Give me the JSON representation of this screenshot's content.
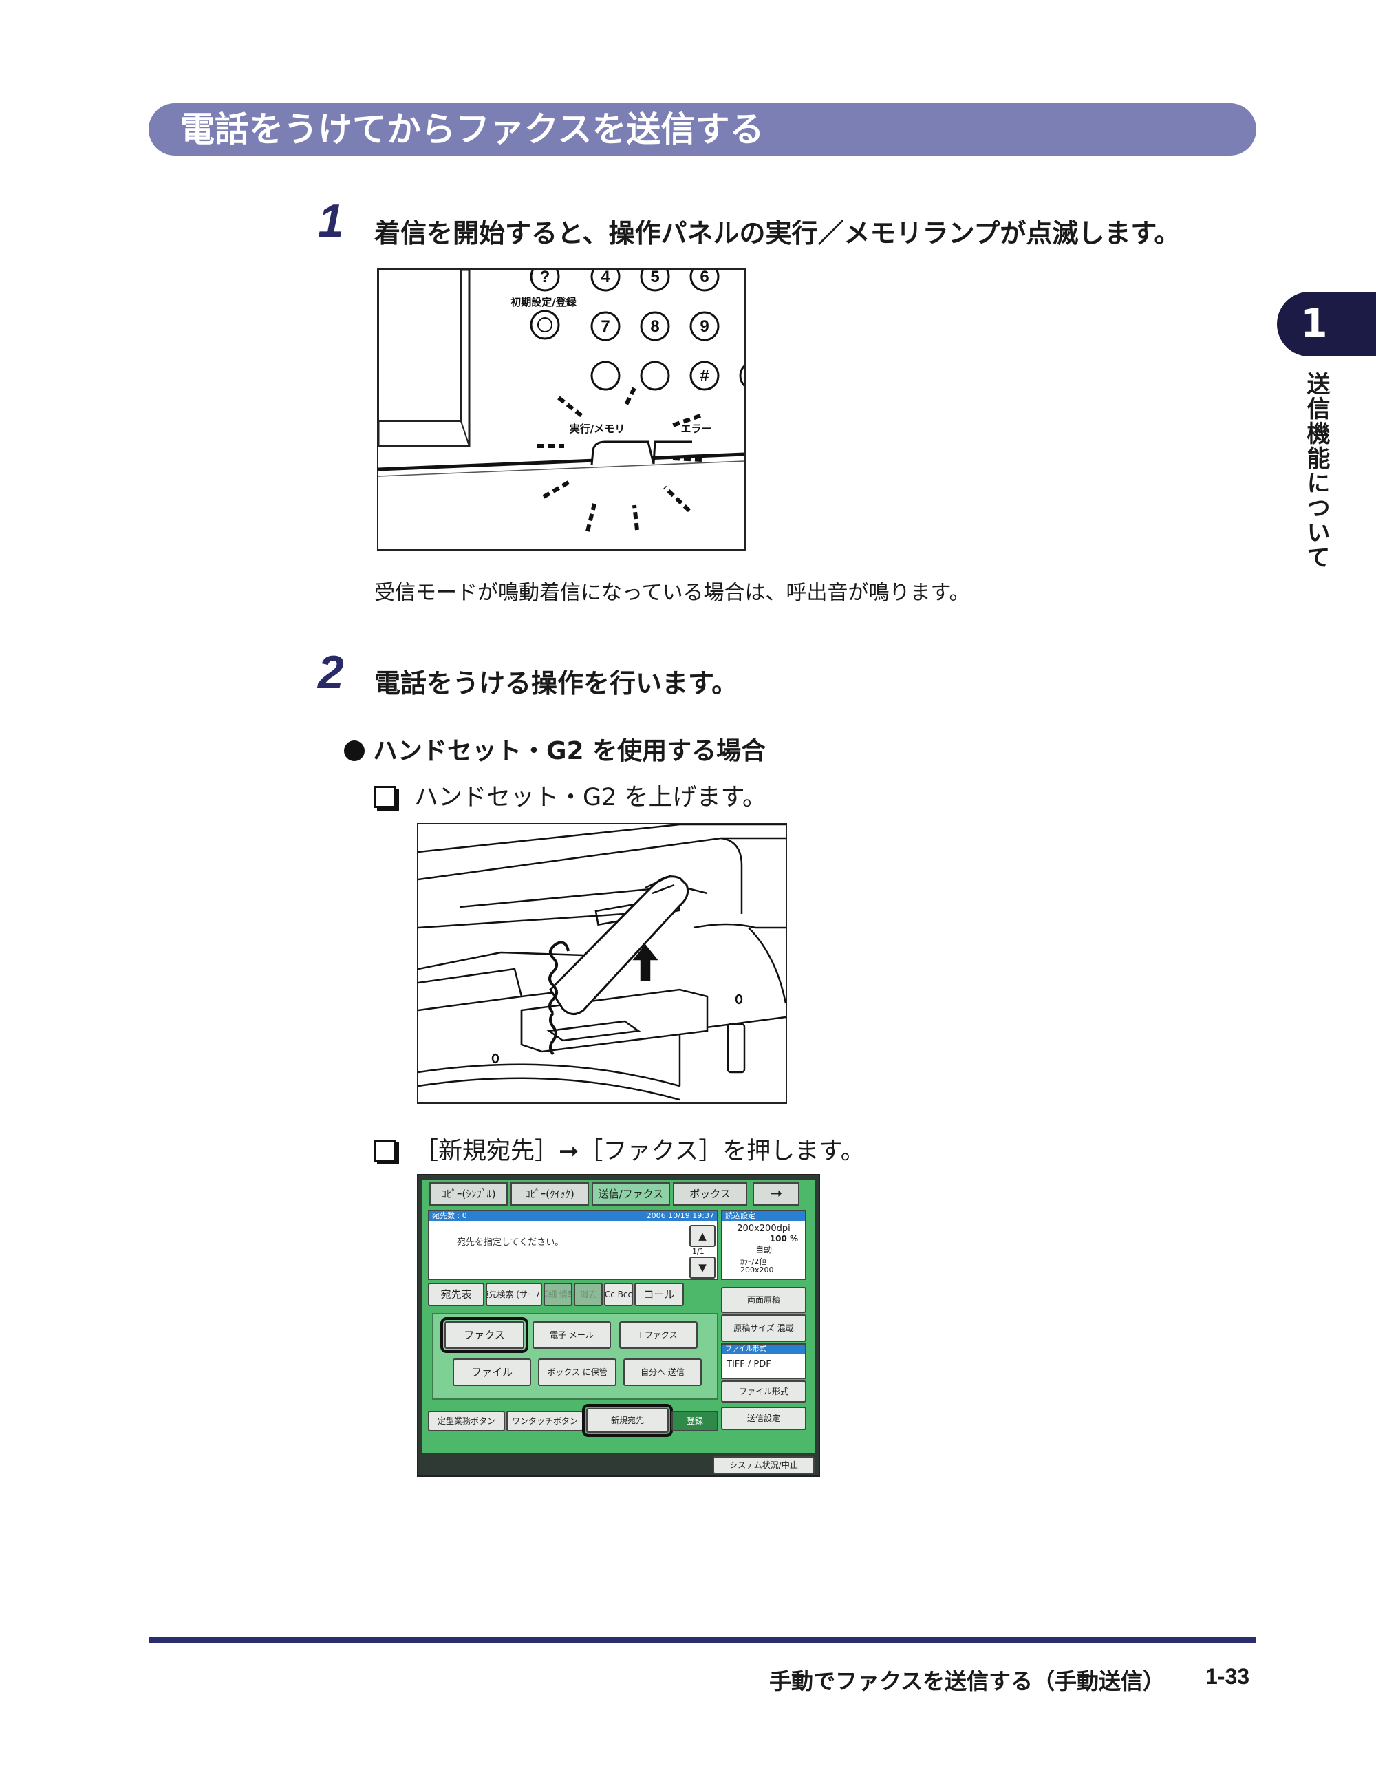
{
  "section_title": "電話をうけてからファクスを送信する",
  "chapter": {
    "number": "1",
    "title": "送信機能について"
  },
  "steps": [
    {
      "number": "1",
      "text": "着信を開始すると、操作パネルの実行／メモリランプが点滅します。",
      "figure": {
        "keys": [
          "?",
          "4",
          "5",
          "6",
          "7",
          "8",
          "9",
          "#"
        ],
        "label_initial": "初期設定/登録",
        "label_execute": "実行/メモリ",
        "label_error": "エラー"
      },
      "note": "受信モードが鳴動着信になっている場合は、呼出音が鳴ります。"
    },
    {
      "number": "2",
      "text": "電話をうける操作を行います。",
      "case_heading": "ハンドセット・G2 を使用する場合",
      "substeps": [
        "ハンドセット・G2 を上げます。",
        "［新規宛先］➞［ファクス］を押します。"
      ]
    }
  ],
  "touch_panel": {
    "tabs": [
      "ｺﾋﾟｰ(ｼﾝﾌﾟﾙ)",
      "ｺﾋﾟｰ(ｸｲｯｸ)",
      "送信/ファクス",
      "ボックス"
    ],
    "dest_count": "宛先数 : 0",
    "datetime": "2006 10/19 19:37",
    "placeholder": "宛先を指定してください。",
    "page": "1/1",
    "scan_settings_label": "読込設定",
    "resolution": "200x200dpi",
    "scale": "100 %",
    "auto": "自動",
    "color_mode": "ｶﾗｰ/2値",
    "color_res": "200x200",
    "row_buttons": [
      "宛先表",
      "宛先検索 (サーバ)",
      "詳細 情報",
      "消去",
      "Cc Bcc",
      "コール"
    ],
    "dest_buttons": [
      "ファクス",
      "電子 メール",
      "I ファクス",
      "ファイル",
      "ボックス に保管",
      "自分へ 送信"
    ],
    "right_buttons": [
      "両面原稿",
      "原稿サイズ 混載"
    ],
    "file_format_label": "ファイル形式",
    "file_format_value": "TIFF / PDF",
    "file_format_button": "ファイル形式",
    "send_settings": "送信設定",
    "bottom_buttons": [
      "定型業務ボタン",
      "ワンタッチボタン",
      "新規宛先",
      "登録"
    ],
    "system_status": "システム状況/中止"
  },
  "footer": {
    "title": "手動でファクスを送信する（手動送信）",
    "page": "1-33"
  }
}
